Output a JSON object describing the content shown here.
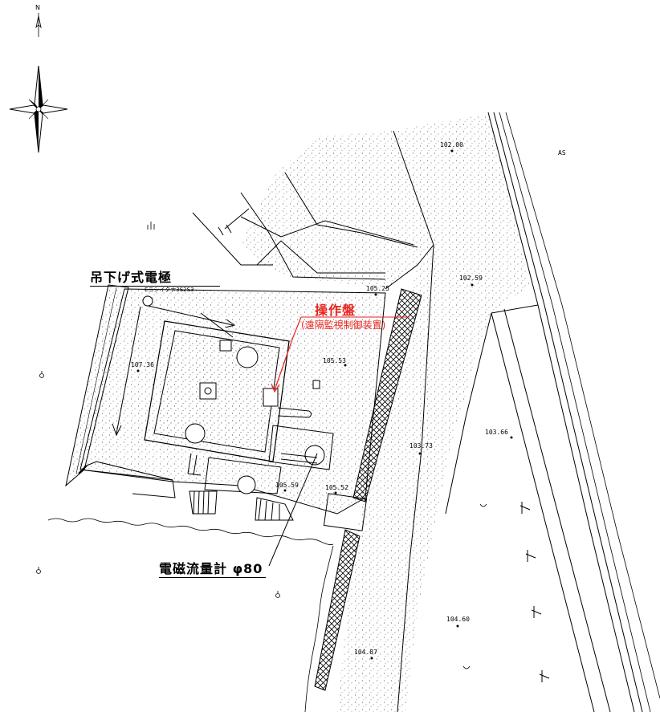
{
  "compass": {
    "north_label": "N"
  },
  "labels": {
    "suspended_electrode": "吊下げ式電極",
    "electrode_model": "Eニシイクナ3S2S3",
    "control_panel": "操作盤",
    "control_panel_sub": "(遠隔監視制御装置)",
    "flowmeter": "電磁流量計 φ80",
    "as": "AS"
  },
  "elevations": {
    "e10200": "102.00",
    "e10259": "102.59",
    "e10525": "105.25",
    "e10553": "105.53",
    "e10736": "107.36",
    "e10373": "103.73",
    "e10366": "103.66",
    "e10559": "105.59",
    "e10552": "105.52",
    "e10460": "104.60",
    "e10487": "104.87"
  },
  "colors": {
    "line": "#000000",
    "annotation": "#e8231e",
    "background": "#ffffff"
  }
}
